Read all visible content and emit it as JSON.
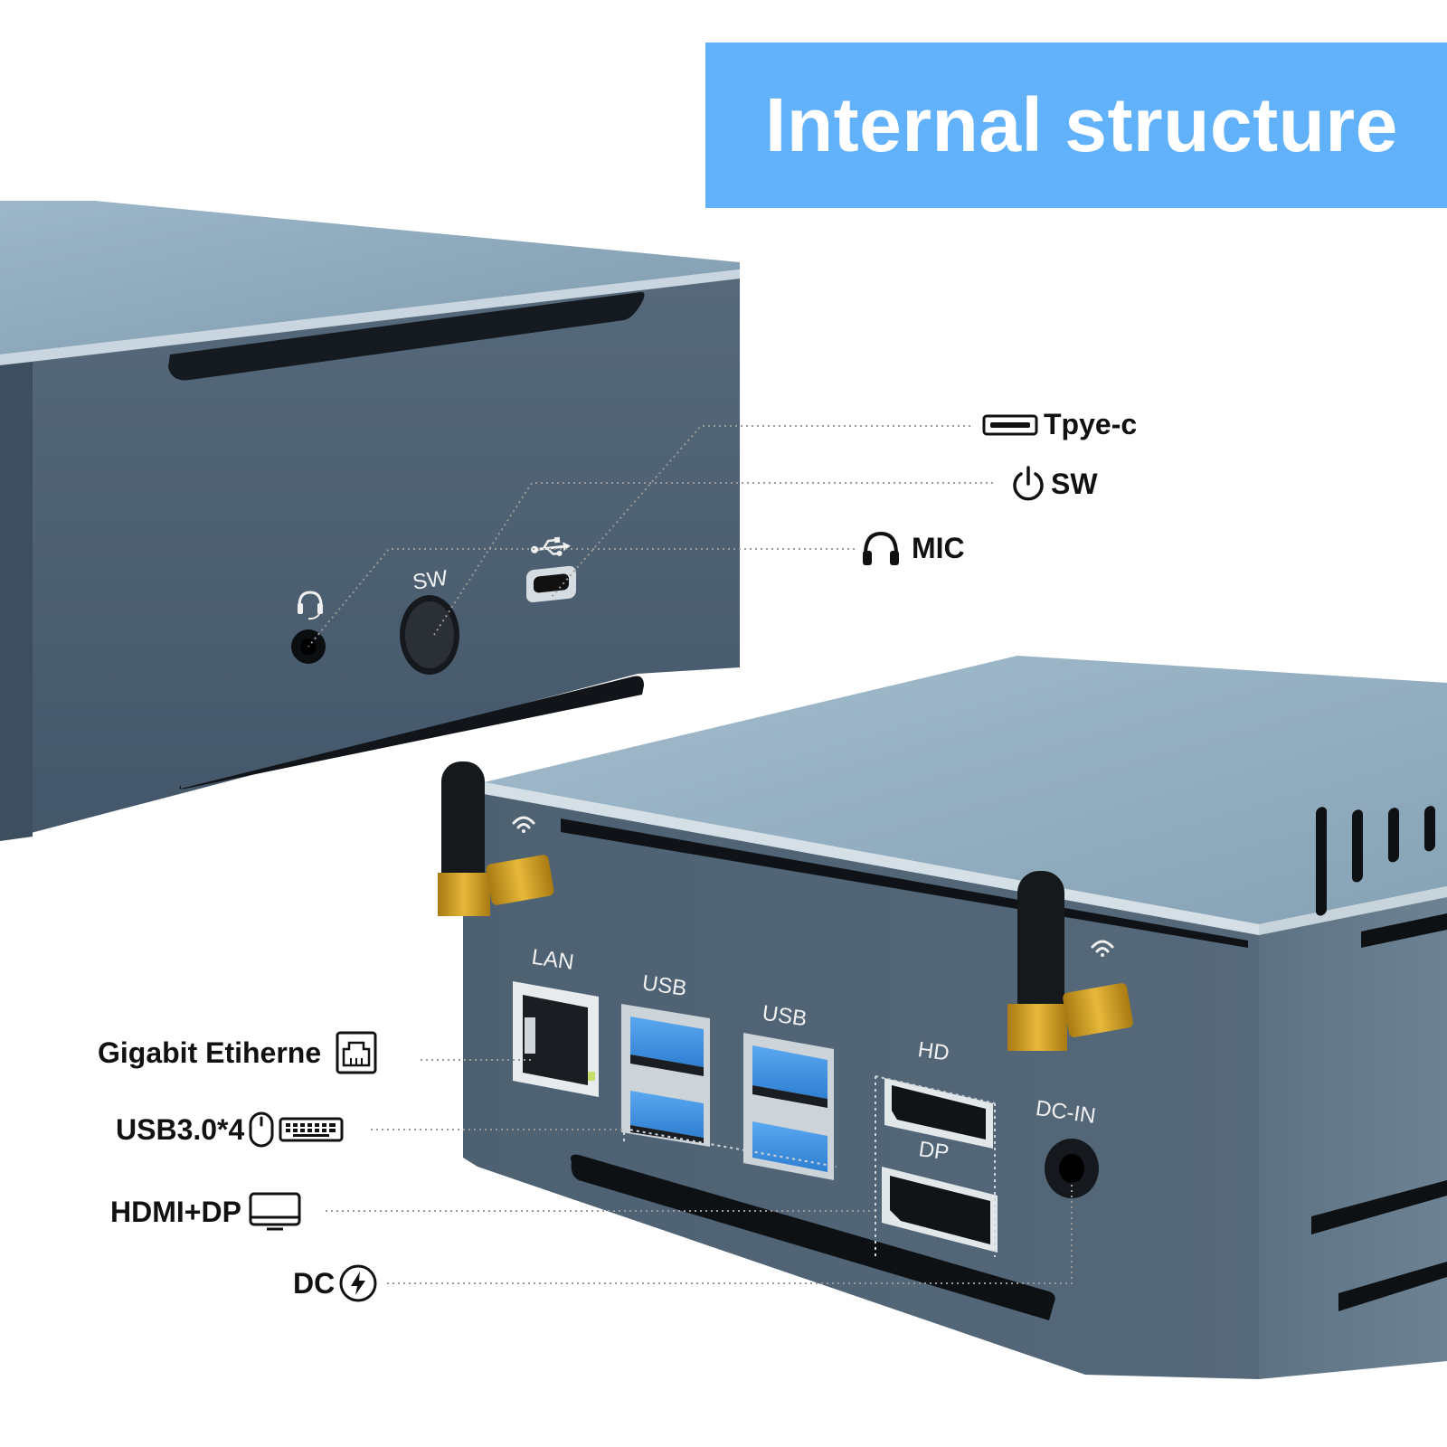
{
  "banner": {
    "title": "Internal structure",
    "background_color": "#62b1fb"
  },
  "front_panel": {
    "port_labels": {
      "sw": "SW"
    },
    "icons": [
      "headset-icon",
      "usb-icon"
    ]
  },
  "rear_panel": {
    "port_labels": {
      "lan": "LAN",
      "usb_left": "USB",
      "usb_right": "USB",
      "hd": "HD",
      "dp": "DP",
      "dc_in": "DC-IN"
    },
    "icons": [
      "wifi-icon",
      "wifi-icon"
    ]
  },
  "callouts": {
    "typec": {
      "label": "Tpye-c",
      "icon": "usb-c-port-icon"
    },
    "sw": {
      "label": "SW",
      "icon": "power-icon"
    },
    "mic": {
      "label": "MIC",
      "icon": "headphones-icon"
    },
    "lan": {
      "label": "Gigabit Etiherne",
      "icon": "ethernet-port-icon"
    },
    "usb": {
      "label": "USB3.0*4",
      "icons": [
        "mouse-icon",
        "keyboard-icon"
      ]
    },
    "video": {
      "label": "HDMI+DP",
      "icon": "monitor-icon"
    },
    "dc": {
      "label": "DC",
      "icon": "lightning-icon"
    }
  },
  "colors": {
    "case_top": "#97b3c6",
    "case_face": "#4f6270",
    "usb_blue": "#3d8fe0",
    "antenna_gold": "#d8a620",
    "leader_line": "#9a9a9a"
  }
}
